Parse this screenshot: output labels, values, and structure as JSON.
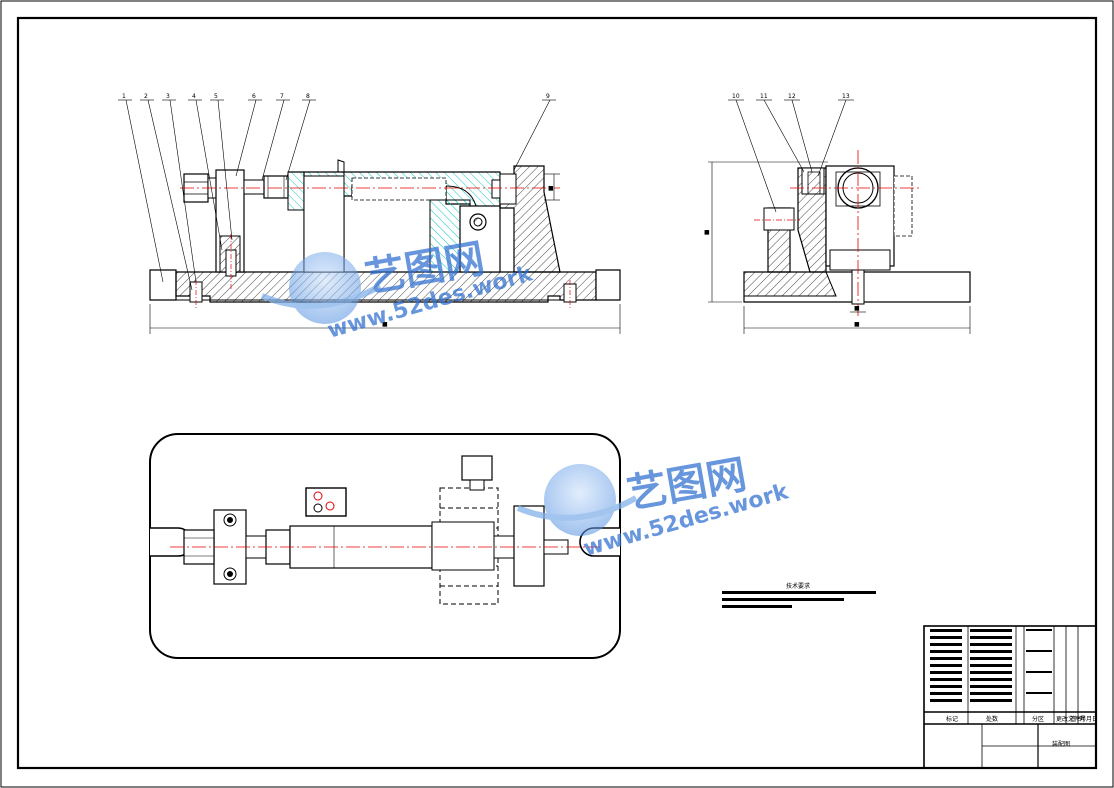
{
  "drawing": {
    "front_view_callouts": [
      "1",
      "2",
      "3",
      "4",
      "5",
      "6",
      "7",
      "8"
    ],
    "right_callout": "9",
    "side_view_callouts": [
      "10",
      "11",
      "12",
      "13"
    ],
    "notes_title": "技术要求",
    "dimensions": {
      "front_overall": "■",
      "side_overall": "■",
      "side_height": "■",
      "side_small": "■",
      "front_right_dim": "■"
    }
  },
  "watermark": {
    "logo_cn": "艺图网",
    "url_text": "www.52des.work",
    "colors": {
      "primary": "#2f6fd1",
      "light": "#9fc4ef"
    }
  },
  "title_block": {
    "labels": [
      "标记",
      "处数",
      "分区",
      "更改文件号",
      "签名",
      "年月日"
    ],
    "drawing_name": "装配图"
  },
  "colors": {
    "line": "#000000",
    "center": "#e60000",
    "hatch": "#00c3c3",
    "frame": "#000000"
  }
}
